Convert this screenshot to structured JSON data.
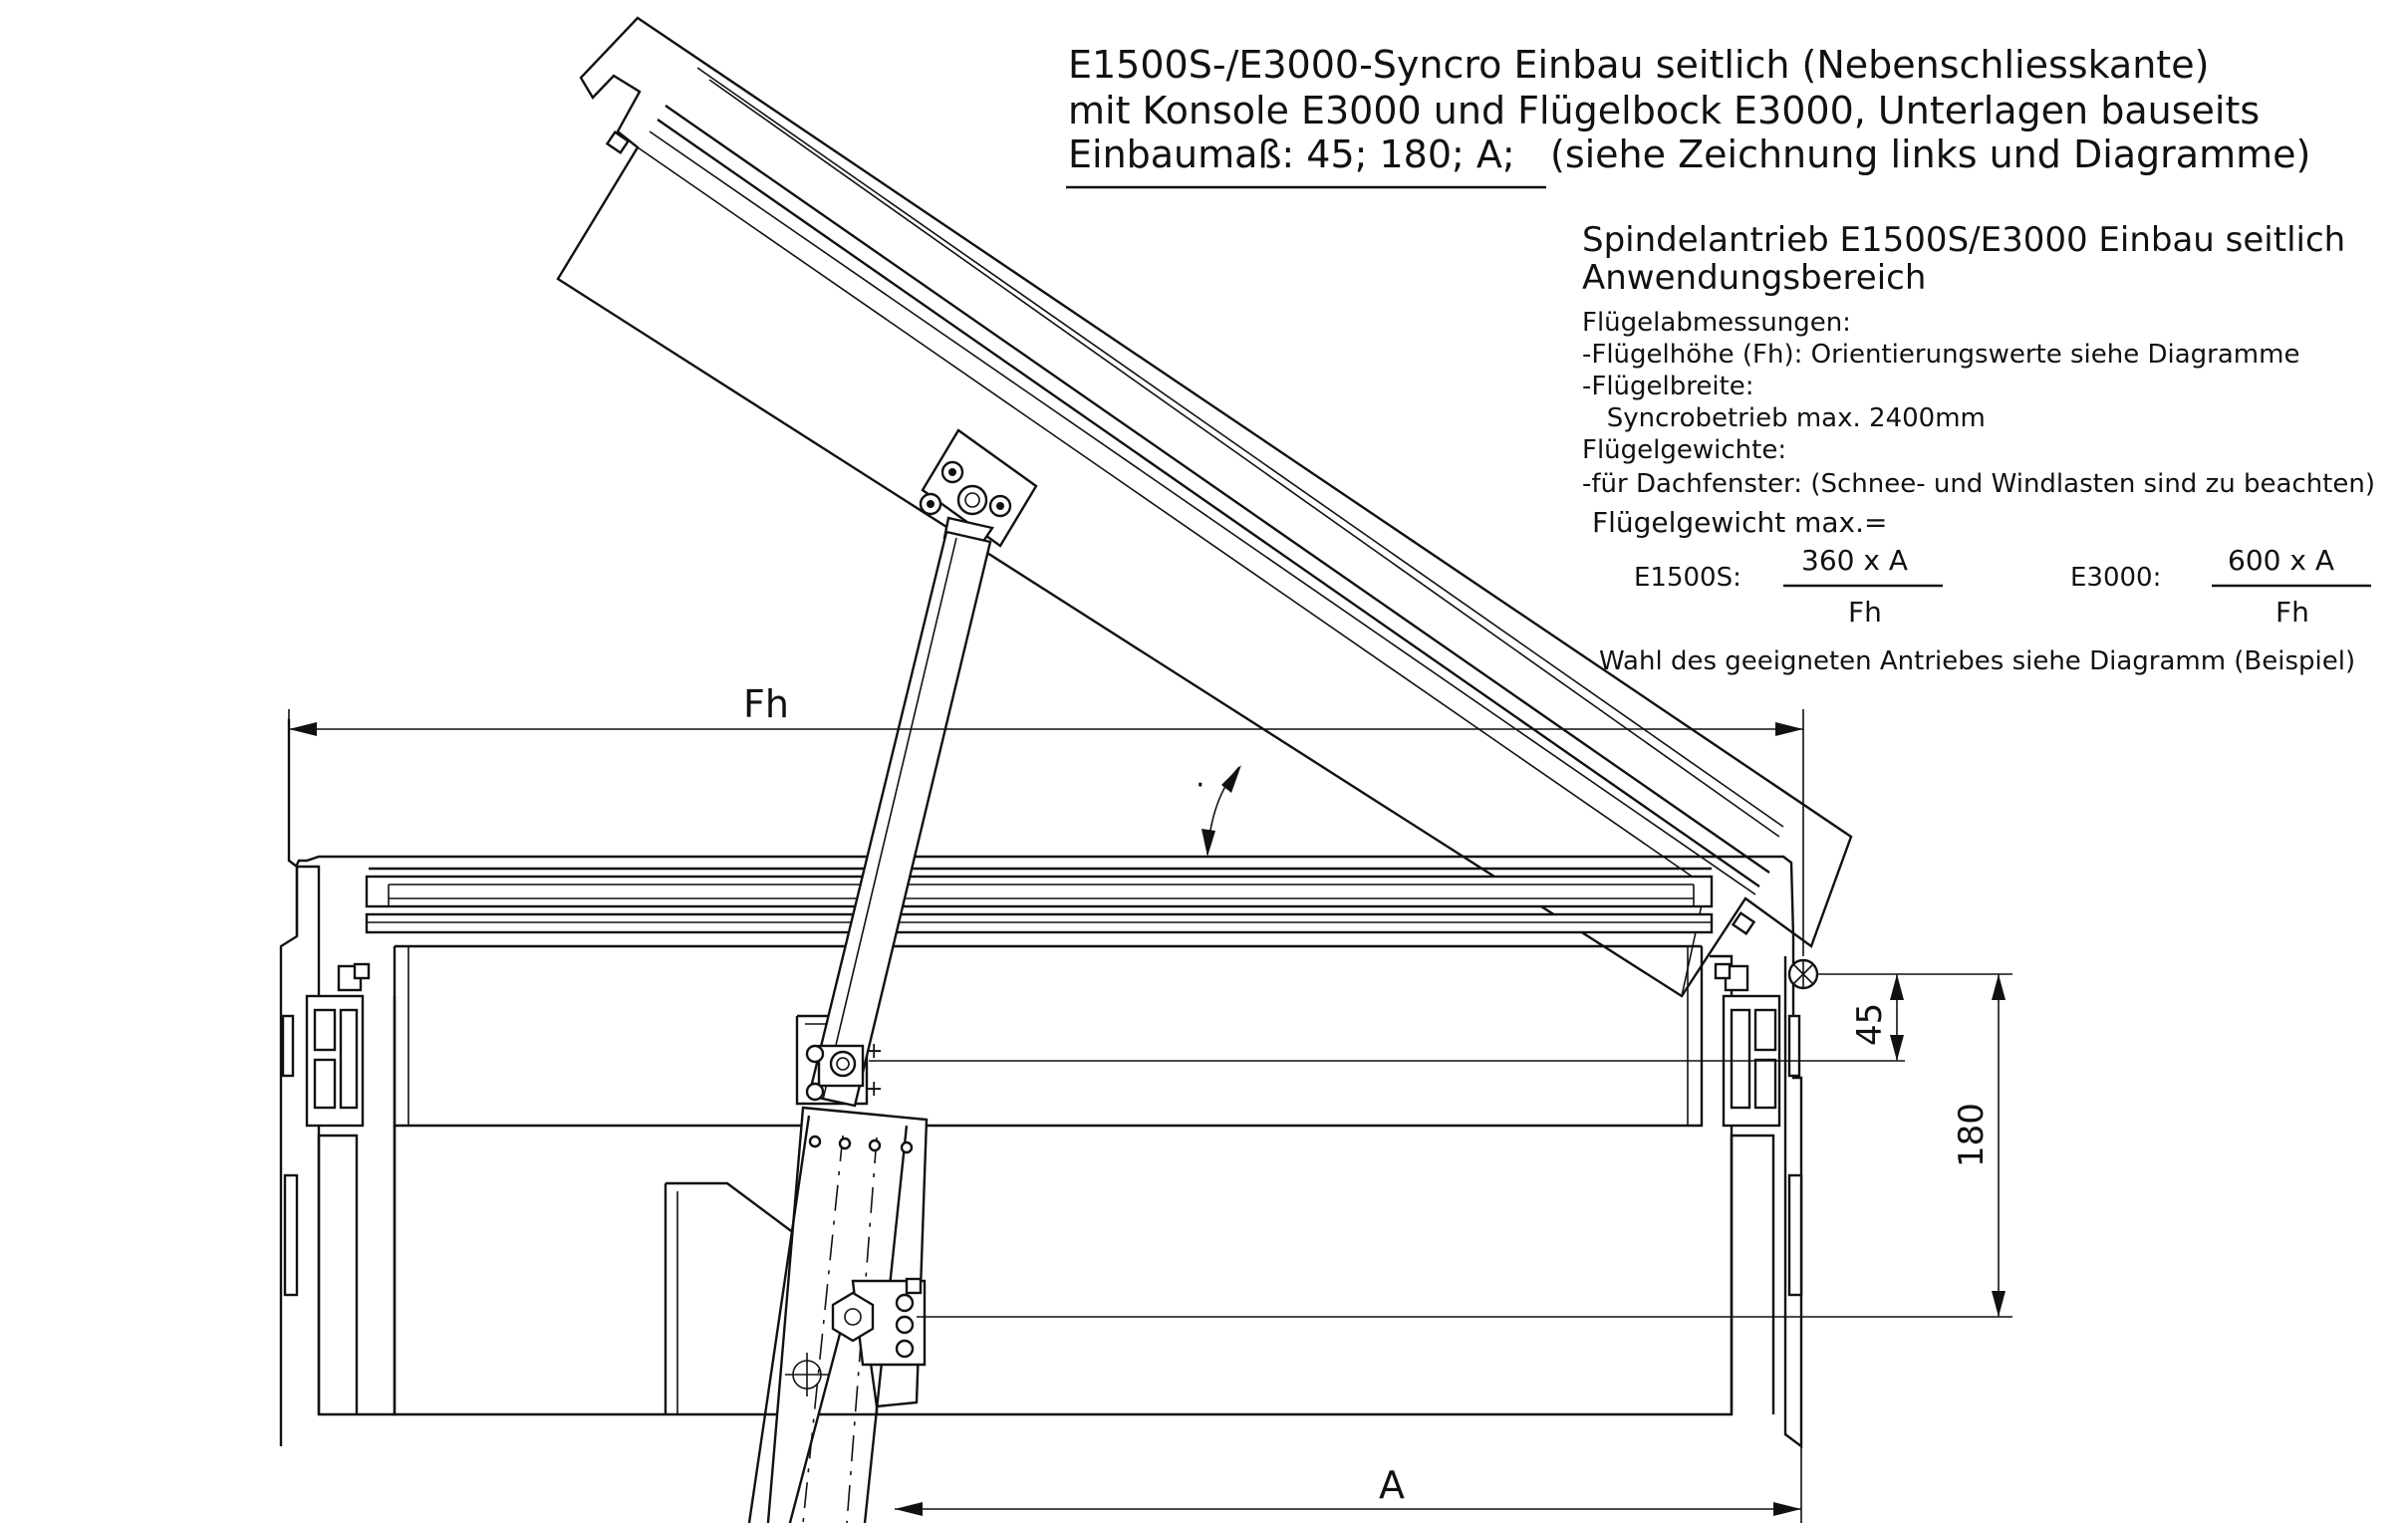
{
  "header": {
    "title": "E1500S-/E3000-Syncro Einbau seitlich (Nebenschliesskante)",
    "line2": "mit Konsole E3000 und Flügelbock E3000, Unterlagen bauseits",
    "line3_underlined": "Einbaumaß: 45; 180; A;",
    "line3_rest": "(siehe Zeichnung links und Diagramme)"
  },
  "spec": {
    "heading1": "Spindelantrieb E1500S/E3000 Einbau seitlich",
    "heading2": "Anwendungsbereich",
    "lines": [
      "Flügelabmessungen:",
      "-Flügelhöhe (Fh): Orientierungswerte siehe Diagramme",
      "-Flügelbreite:",
      "   Syncrobetrieb max. 2400mm",
      "Flügelgewichte:",
      "-für Dachfenster: (Schnee- und Windlasten sind zu beachten)"
    ],
    "weight_label": "Flügelgewicht max.=",
    "formula1": {
      "label": "E1500S:",
      "numerator": "360 x A",
      "denominator": "Fh"
    },
    "formula2": {
      "label": "E3000:",
      "numerator": "600 x A",
      "denominator": "Fh"
    },
    "footer": "Wahl des geeigneten Antriebes siehe Diagramm (Beispiel)"
  },
  "dimensions": {
    "fh": "Fh",
    "a": "A",
    "d45": "45",
    "d180": "180",
    "angle_mark": "·"
  }
}
